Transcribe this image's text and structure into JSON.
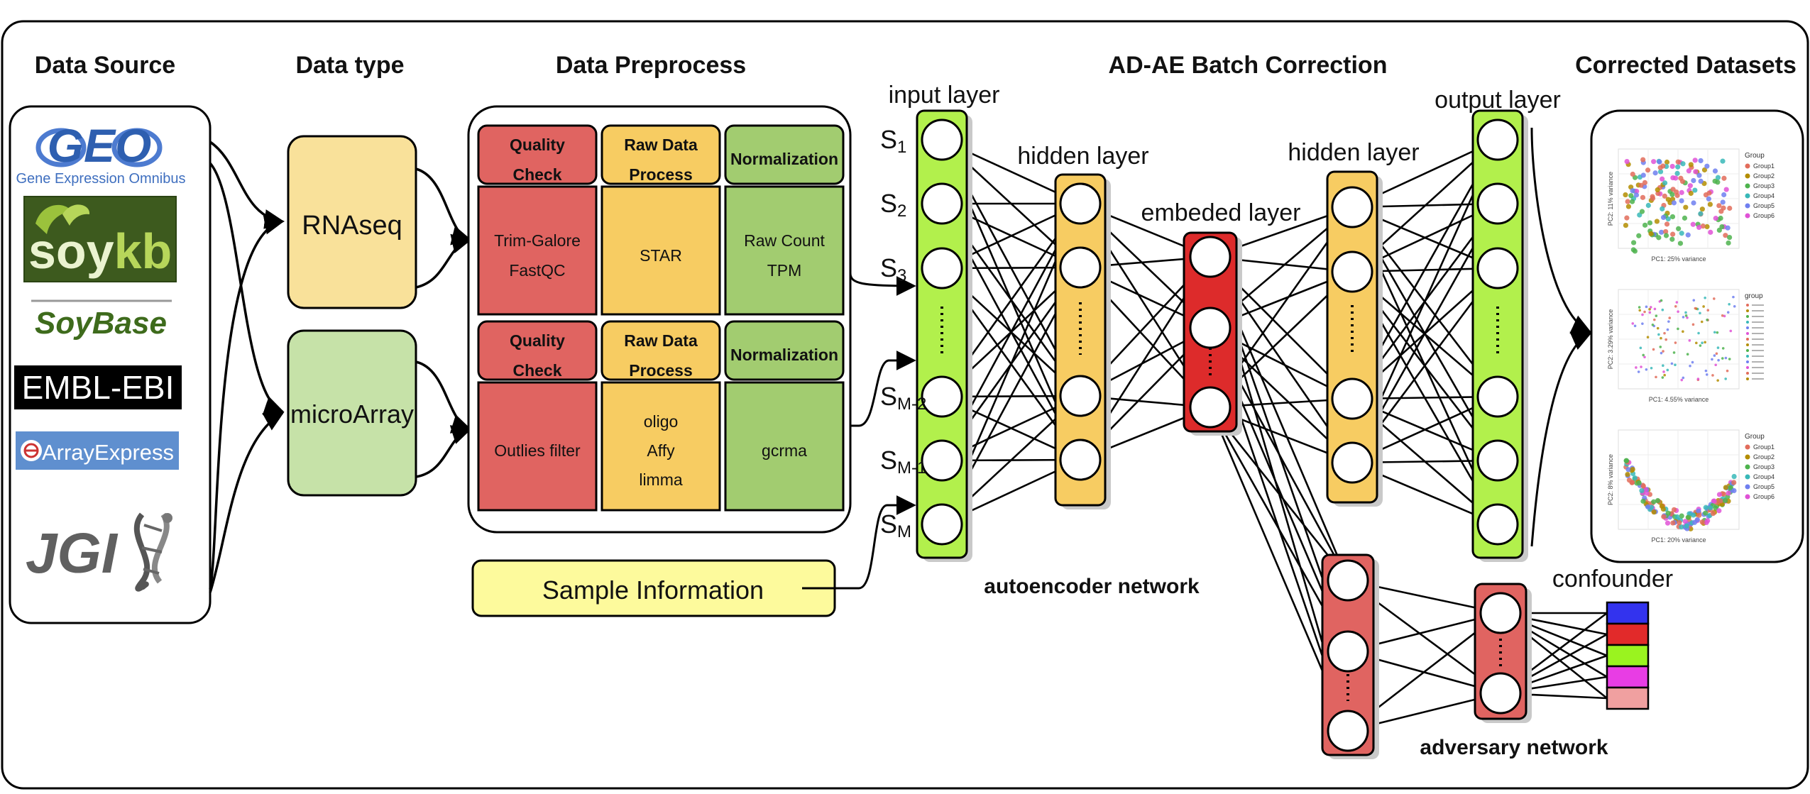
{
  "headers": {
    "data_source": "Data Source",
    "data_type": "Data type",
    "data_preprocess": "Data Preprocess",
    "adae": "AD-AE Batch Correction",
    "corrected": "Corrected Datasets"
  },
  "sources": {
    "geo_main": "GEO",
    "geo_sub": "Gene Expression Omnibus",
    "soy": "soy",
    "kb": "kb",
    "soybase": "SoyBase",
    "embl": "EMBL-EBI",
    "arrayexpress": "ArrayExpress",
    "jgi": "JGI"
  },
  "types": {
    "rnaseq": "RNAseq",
    "microarray": "microArray"
  },
  "preprocess": {
    "qc_line1": "Quality",
    "qc_line2": "Check",
    "raw_line1": "Raw Data",
    "raw_line2": "Process",
    "norm": "Normalization",
    "rna_qc_line1": "Trim-Galore",
    "rna_qc_line2": "FastQC",
    "rna_raw": "STAR",
    "rna_norm_line1": "Raw Count",
    "rna_norm_line2": "TPM",
    "ma_qc": "Outlies filter",
    "ma_raw_line1": "oligo",
    "ma_raw_line2": "Affy",
    "ma_raw_line3": "limma",
    "ma_norm": "gcrma"
  },
  "sample_info": "Sample Information",
  "network": {
    "input_layer": "input layer",
    "hidden_layer_1": "hidden layer",
    "embeded_layer": "embeded layer",
    "hidden_layer_2": "hidden layer",
    "output_layer": "output layer",
    "autoencoder": "autoencoder network",
    "adversary": "adversary network",
    "confounder": "confounder",
    "inputs": [
      {
        "base": "S",
        "sub": "1"
      },
      {
        "base": "S",
        "sub": "2"
      },
      {
        "base": "S",
        "sub": "3"
      },
      {
        "base": "S",
        "sub": "M-2"
      },
      {
        "base": "S",
        "sub": "M-1"
      },
      {
        "base": "S",
        "sub": "M"
      }
    ]
  },
  "pca_plots": [
    {
      "xlabel": "PC1: 25% variance",
      "ylabel": "PC2: 11% variance",
      "legend_title": "Group",
      "legend": [
        "Group1",
        "Group2",
        "Group3",
        "Group4",
        "Group5",
        "Group6"
      ]
    },
    {
      "xlabel": "PC1: 4.55% variance",
      "ylabel": "PC2: 3.29% variance",
      "legend_title": "group"
    },
    {
      "xlabel": "PC1: 20% variance",
      "ylabel": "PC2: 8% variance",
      "legend_title": "Group",
      "legend": [
        "Group1",
        "Group2",
        "Group3",
        "Group4",
        "Group5",
        "Group6"
      ]
    }
  ],
  "colors": {
    "quality_check": "#e06461",
    "raw_process": "#f7cc62",
    "normalization": "#a2cc70",
    "input_output_layer": "#b2f04c",
    "hidden_layer": "#f7cc62",
    "embeded_layer": "#dd2b2b",
    "adversary_layer": "#e06461",
    "rnaseq_box": "#f9e19a",
    "microarray_box": "#c6e2a8",
    "sample_info_box": "#fdfa9c",
    "confounder": [
      "#3333ee",
      "#e22a2a",
      "#9af31f",
      "#e83de4",
      "#f0a0a0"
    ]
  }
}
